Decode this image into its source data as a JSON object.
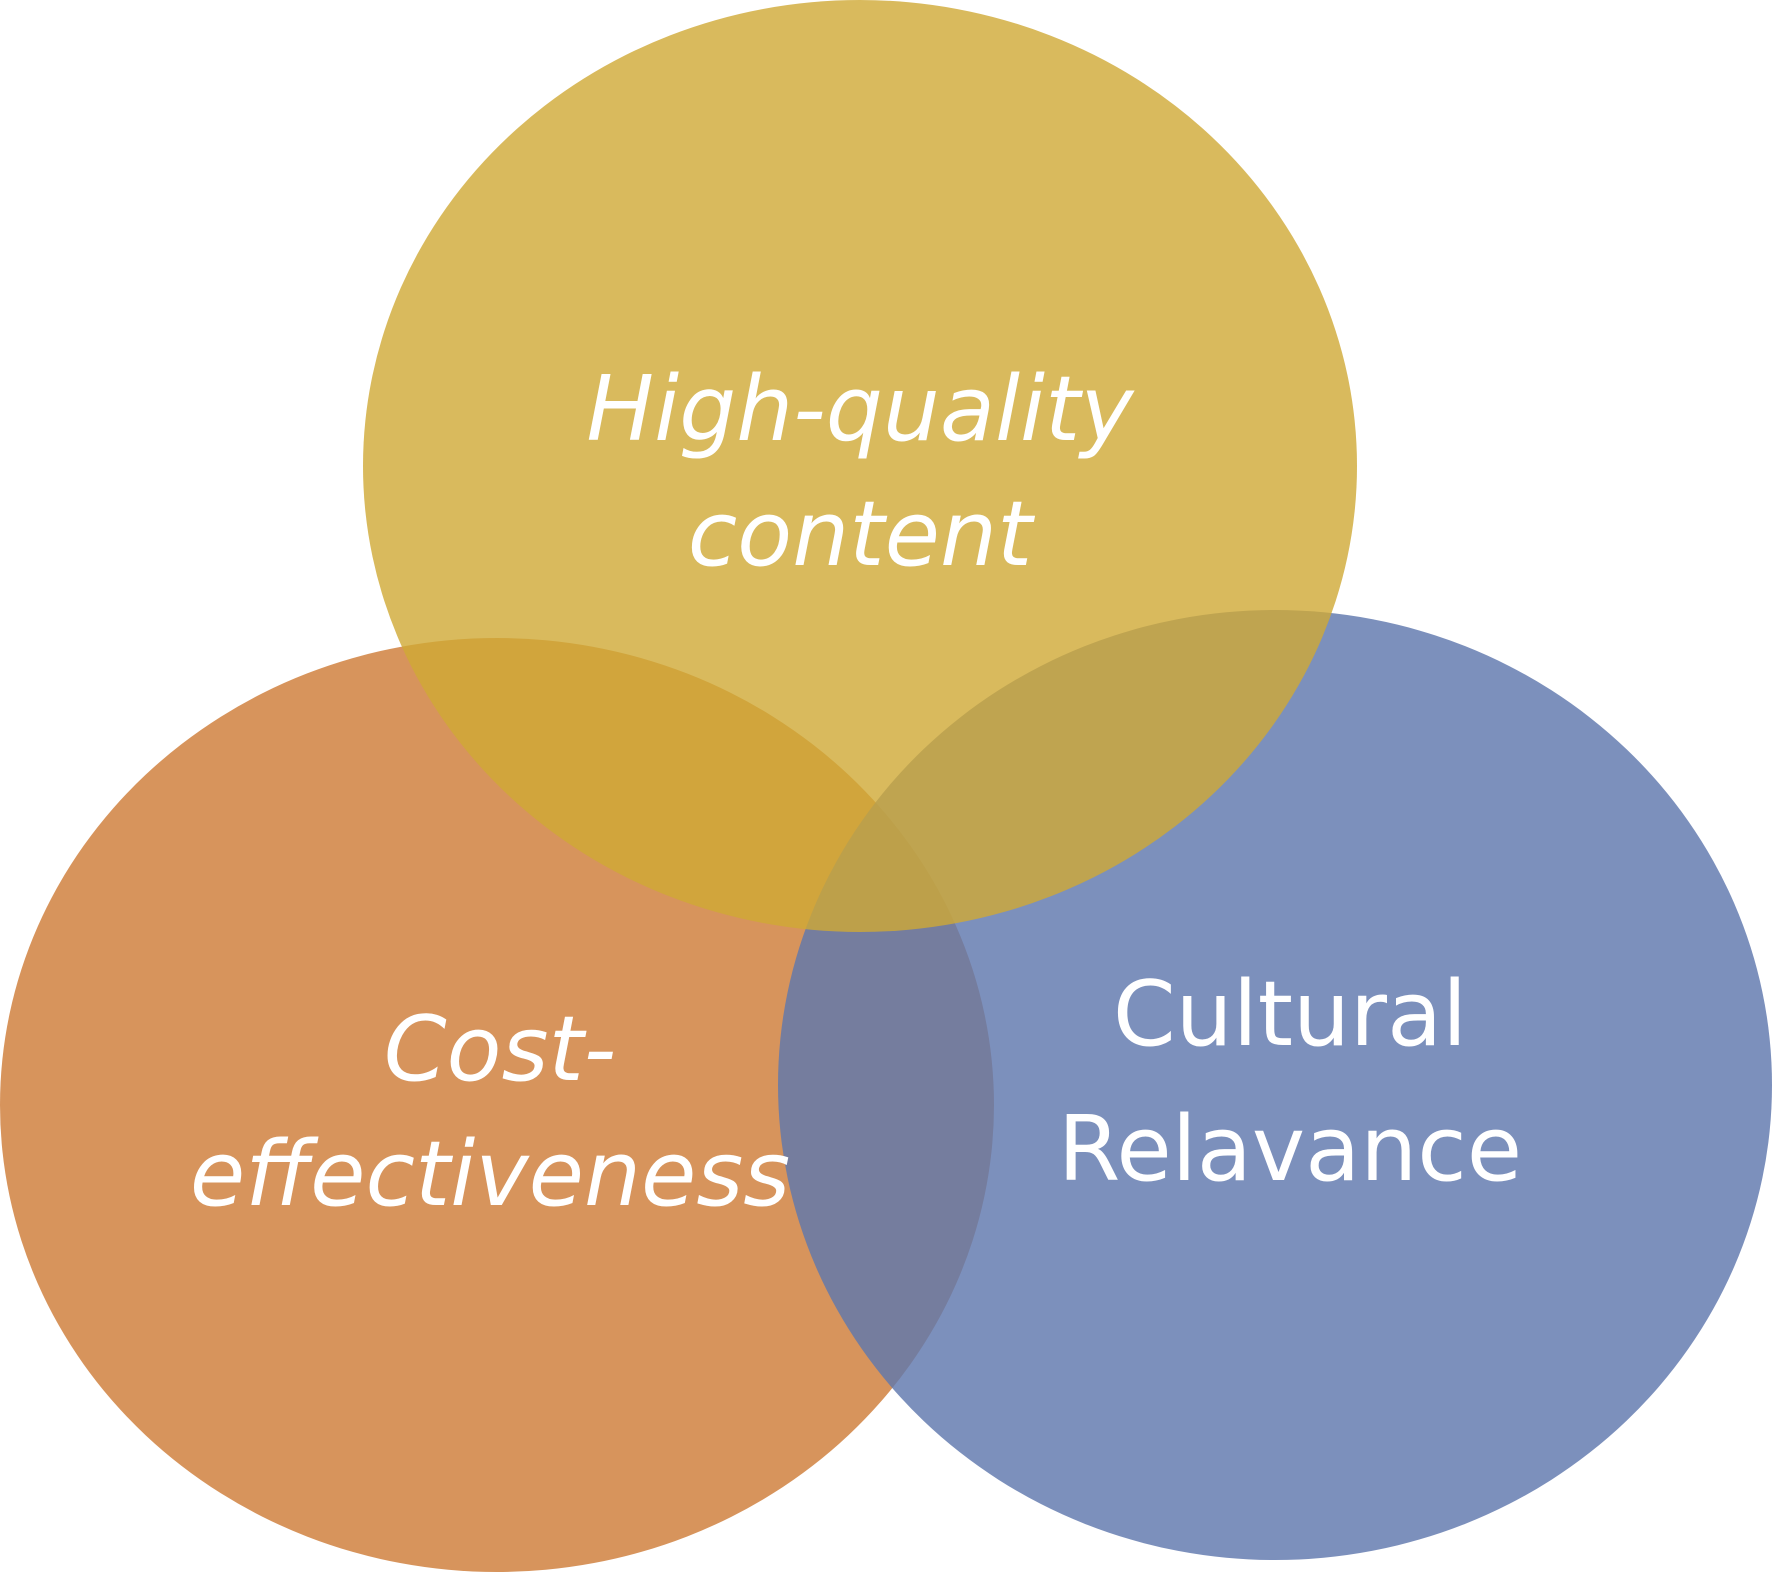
{
  "diagram": {
    "type": "venn-3",
    "circles": [
      {
        "id": "quality",
        "line1": "High-quality",
        "line2": "content",
        "italic": true,
        "color": "#cfa935"
      },
      {
        "id": "cost",
        "line1": "Cost-",
        "line2": "effectiveness",
        "italic": true,
        "color": "#d0813f"
      },
      {
        "id": "culture",
        "line1": "Cultural",
        "line2": "Relavance",
        "italic": false,
        "color": "#5f78ad"
      }
    ]
  }
}
